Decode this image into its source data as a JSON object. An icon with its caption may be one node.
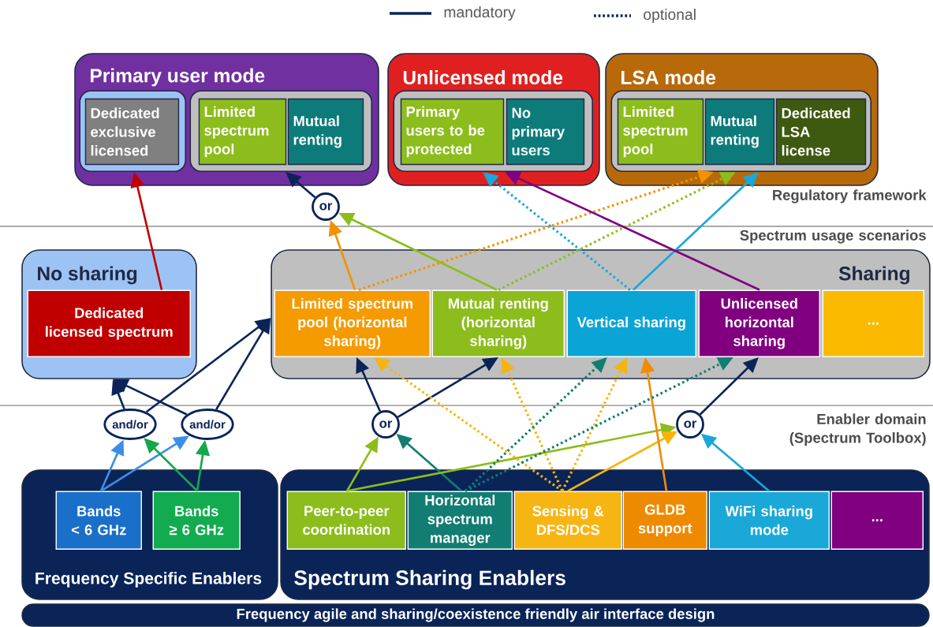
{
  "diagram": {
    "nodes": [
      {
        "text": [
          "Primary user mode"
        ]
      },
      {
        "text": [],
        "shape": "box",
        "in": 0
      },
      {
        "text": [
          "Dedicated exclusive licensed"
        ],
        "in": 1
      },
      {
        "text": [],
        "shape": "box",
        "in": 0
      },
      {
        "text": [
          "Limited spectrum pool"
        ],
        "in": 3
      },
      {
        "text": [
          "Mutual renting"
        ],
        "in": 3
      },
      {
        "text": [
          "Unlicensed mode"
        ]
      },
      {
        "text": [],
        "shape": "box",
        "in": 6
      },
      {
        "text": [
          "Primary users to be protected"
        ],
        "in": 7
      },
      {
        "text": [
          "No primary users"
        ],
        "in": 7
      },
      {
        "text": [
          "LSA mode"
        ]
      },
      {
        "text": [],
        "shape": "box",
        "in": 10
      },
      {
        "text": [
          "Limited spectrum pool"
        ],
        "in": 11
      },
      {
        "text": [
          "Mutual renting"
        ],
        "in": 11
      },
      {
        "text": [
          "Dedicated LSA license"
        ],
        "in": 11
      },
      {
        "text": [
          "or"
        ]
      },
      {
        "text": [
          "No sharing"
        ]
      },
      {
        "text": [
          "Dedicated licensed spectrum"
        ],
        "in": 16
      },
      {
        "text": [
          "Sharing"
        ]
      },
      {
        "text": [
          "Limited spectrum pool (horizontal sharing)"
        ],
        "in": 18
      },
      {
        "text": [
          "Mutual renting (horizontal sharing)"
        ],
        "in": 18
      },
      {
        "text": [
          "Vertical sharing"
        ],
        "in": 18
      },
      {
        "text": [
          "Unlicensed horizontal sharing"
        ],
        "in": 18
      },
      {
        "text": [
          "..."
        ],
        "in": 18
      },
      {
        "text": [
          "and/or"
        ]
      },
      {
        "text": [
          "and/or"
        ]
      },
      {
        "text": [
          "or"
        ]
      },
      {
        "text": [
          "or"
        ]
      },
      {
        "text": [
          "Frequency Specific Enablers"
        ]
      },
      {
        "text": [
          "Bands < 6 GHz"
        ],
        "in": 28
      },
      {
        "text": [
          "Bands ≥ 6 GHz"
        ],
        "in": 28
      },
      {
        "text": [
          "Spectrum Sharing Enablers"
        ]
      },
      {
        "text": [
          "Peer-to-peer coordination"
        ],
        "in": 31
      },
      {
        "text": [
          "Horizontal spectrum manager"
        ],
        "in": 31
      },
      {
        "text": [
          "Sensing & DFS/DCS"
        ],
        "in": 31
      },
      {
        "text": [
          "GLDB support"
        ],
        "in": 31
      },
      {
        "text": [
          "WiFi sharing mode"
        ],
        "in": 31
      },
      {
        "text": [
          "..."
        ],
        "in": 31
      },
      {
        "text": [
          "Frequency agile and sharing/coexistence friendly air interface design"
        ]
      }
    ],
    "edges": [
      {
        "from": 17,
        "to": 1,
        "arrow": "to",
        "color": "#c00000"
      },
      {
        "from": 15,
        "to": 3,
        "arrow": "to"
      },
      {
        "from": 19,
        "to": 15,
        "arrow": "to",
        "color": "#f39200"
      },
      {
        "from": 20,
        "to": 15,
        "arrow": "to",
        "color": "#8cbd1c"
      },
      {
        "from": 19,
        "to": 11,
        "arrow": "to",
        "style": "dashed",
        "color": "#f39200"
      },
      {
        "from": 20,
        "to": 11,
        "arrow": "to",
        "style": "dashed",
        "color": "#8cbd1c"
      },
      {
        "from": 21,
        "to": 11,
        "arrow": "to",
        "color": "#1aa7d9"
      },
      {
        "from": 21,
        "to": 7,
        "arrow": "to",
        "style": "dashed",
        "color": "#1aa7d9"
      },
      {
        "from": 22,
        "to": 7,
        "arrow": "to",
        "color": "#800080"
      },
      {
        "from": 24,
        "to": 16,
        "arrow": "to"
      },
      {
        "from": 25,
        "to": 16,
        "arrow": "to"
      },
      {
        "from": 24,
        "to": 18,
        "arrow": "to"
      },
      {
        "from": 25,
        "to": 18,
        "arrow": "to"
      },
      {
        "from": 26,
        "to": 19,
        "arrow": "to"
      },
      {
        "from": 26,
        "to": 20,
        "arrow": "to"
      },
      {
        "from": 27,
        "to": 22,
        "arrow": "to"
      },
      {
        "from": 29,
        "to": 24,
        "arrow": "to",
        "color": "#3d8ee6"
      },
      {
        "from": 29,
        "to": 25,
        "arrow": "to",
        "color": "#3d8ee6"
      },
      {
        "from": 30,
        "to": 24,
        "arrow": "to",
        "color": "#14a84a"
      },
      {
        "from": 30,
        "to": 25,
        "arrow": "to",
        "color": "#14a84a"
      },
      {
        "from": 32,
        "to": 26,
        "arrow": "to",
        "color": "#8cbd1c"
      },
      {
        "from": 33,
        "to": 26,
        "arrow": "to",
        "color": "#127d72"
      },
      {
        "from": 32,
        "to": 27,
        "arrow": "to",
        "color": "#8cbd1c"
      },
      {
        "from": 34,
        "to": 27,
        "arrow": "to",
        "color": "#f5b50e"
      },
      {
        "from": 36,
        "to": 27,
        "arrow": "to",
        "color": "#1aa7d9"
      },
      {
        "from": 35,
        "to": 21,
        "arrow": "to",
        "color": "#f08c00"
      },
      {
        "from": 34,
        "to": 19,
        "arrow": "to",
        "style": "dashed",
        "color": "#f5b50e"
      },
      {
        "from": 34,
        "to": 20,
        "arrow": "to",
        "style": "dashed",
        "color": "#f5b50e"
      },
      {
        "from": 34,
        "to": 21,
        "arrow": "to",
        "style": "dashed",
        "color": "#f5b50e"
      },
      {
        "from": 33,
        "to": 21,
        "arrow": "to",
        "style": "dashed",
        "color": "#127d72"
      },
      {
        "from": 33,
        "to": 22,
        "arrow": "to",
        "style": "dashed",
        "color": "#127d72"
      }
    ],
    "labels": [
      "Regulatory framework",
      "Spectrum usage scenarios",
      "Enabler domain (Spectrum Toolbox)"
    ],
    "legend": [
      {
        "text": "mandatory"
      },
      {
        "text": "optional"
      }
    ]
  }
}
